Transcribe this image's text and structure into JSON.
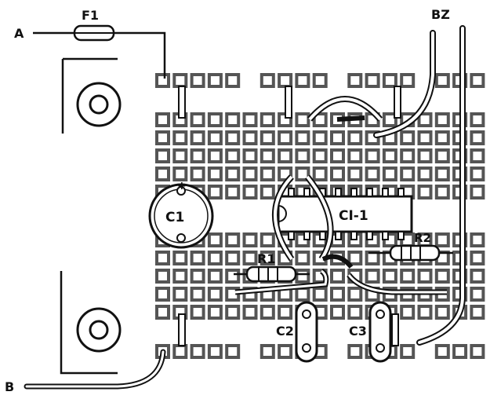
{
  "labels": {
    "terminal_a": "A",
    "terminal_b": "B",
    "terminal_bz": "BZ",
    "fuse": "F1",
    "capacitor_c1": "C1",
    "ic": "CI-1",
    "resistor_r1": "R1",
    "resistor_r2": "R2",
    "capacitor_c2": "C2",
    "capacitor_c3": "C3"
  },
  "colors": {
    "ink": "#111111",
    "pad": "#555555",
    "background": "#ffffff"
  }
}
